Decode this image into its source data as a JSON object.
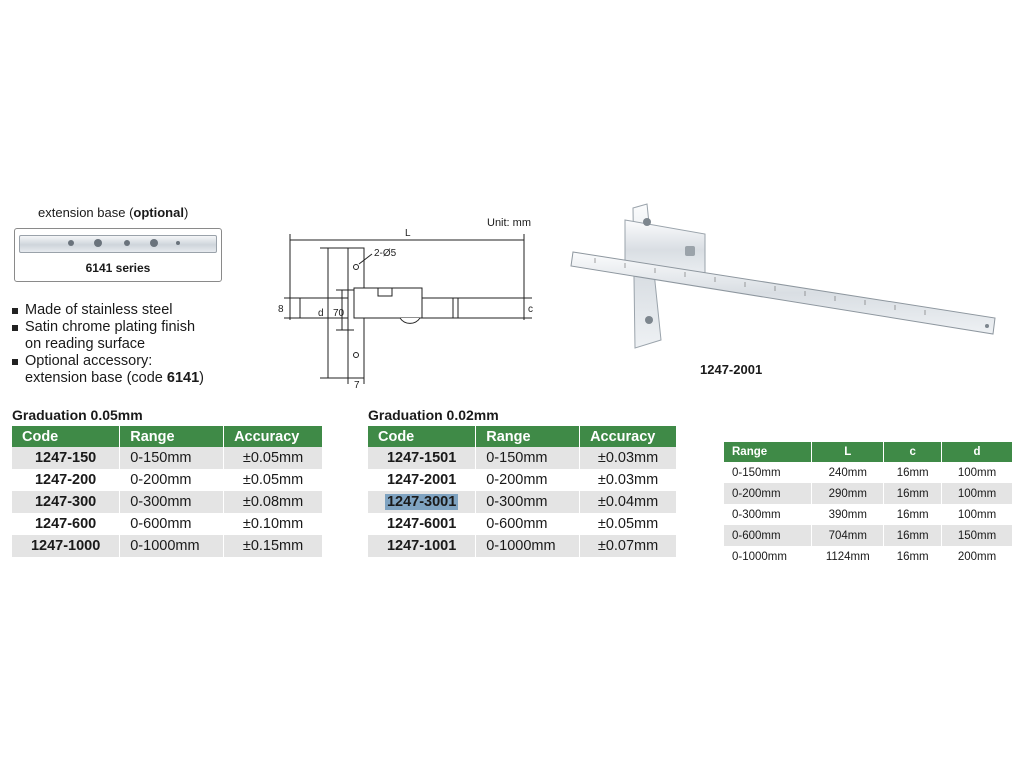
{
  "extension": {
    "caption_prefix": "extension base (",
    "caption_bold": "optional",
    "caption_suffix": ")",
    "series_label": "6141 series"
  },
  "features": [
    "Made of stainless steel",
    "Satin chrome plating finish",
    "on reading surface",
    "Optional accessory:",
    "extension base (code 6141)"
  ],
  "drawing": {
    "unit": "Unit: mm",
    "dim_L": "L",
    "dim_hole": "2-Ø5",
    "dim_8": "8",
    "dim_d": "d",
    "dim_70": "70",
    "dim_c": "c",
    "dim_7": "7"
  },
  "photo": {
    "label": "1247-2001"
  },
  "table1": {
    "title": "Graduation 0.05mm",
    "headers": [
      "Code",
      "Range",
      "Accuracy"
    ],
    "rows": [
      [
        "1247-150",
        "0-150mm",
        "±0.05mm"
      ],
      [
        "1247-200",
        "0-200mm",
        "±0.05mm"
      ],
      [
        "1247-300",
        "0-300mm",
        "±0.08mm"
      ],
      [
        "1247-600",
        "0-600mm",
        "±0.10mm"
      ],
      [
        "1247-1000",
        "0-1000mm",
        "±0.15mm"
      ]
    ]
  },
  "table2": {
    "title": "Graduation 0.02mm",
    "headers": [
      "Code",
      "Range",
      "Accuracy"
    ],
    "rows": [
      [
        "1247-1501",
        "0-150mm",
        "±0.03mm"
      ],
      [
        "1247-2001",
        "0-200mm",
        "±0.03mm"
      ],
      [
        "1247-3001",
        "0-300mm",
        "±0.04mm"
      ],
      [
        "1247-6001",
        "0-600mm",
        "±0.05mm"
      ],
      [
        "1247-1001",
        "0-1000mm",
        "±0.07mm"
      ]
    ]
  },
  "table3": {
    "headers": [
      "Range",
      "L",
      "c",
      "d"
    ],
    "rows": [
      [
        "0-150mm",
        "240mm",
        "16mm",
        "100mm"
      ],
      [
        "0-200mm",
        "290mm",
        "16mm",
        "100mm"
      ],
      [
        "0-300mm",
        "390mm",
        "16mm",
        "100mm"
      ],
      [
        "0-600mm",
        "704mm",
        "16mm",
        "150mm"
      ],
      [
        "0-1000mm",
        "1124mm",
        "16mm",
        "200mm"
      ]
    ]
  },
  "colors": {
    "header_green": "#3f8a47",
    "row_grey": "#e4e4e4",
    "highlight_blue": "#7fa3c1"
  }
}
